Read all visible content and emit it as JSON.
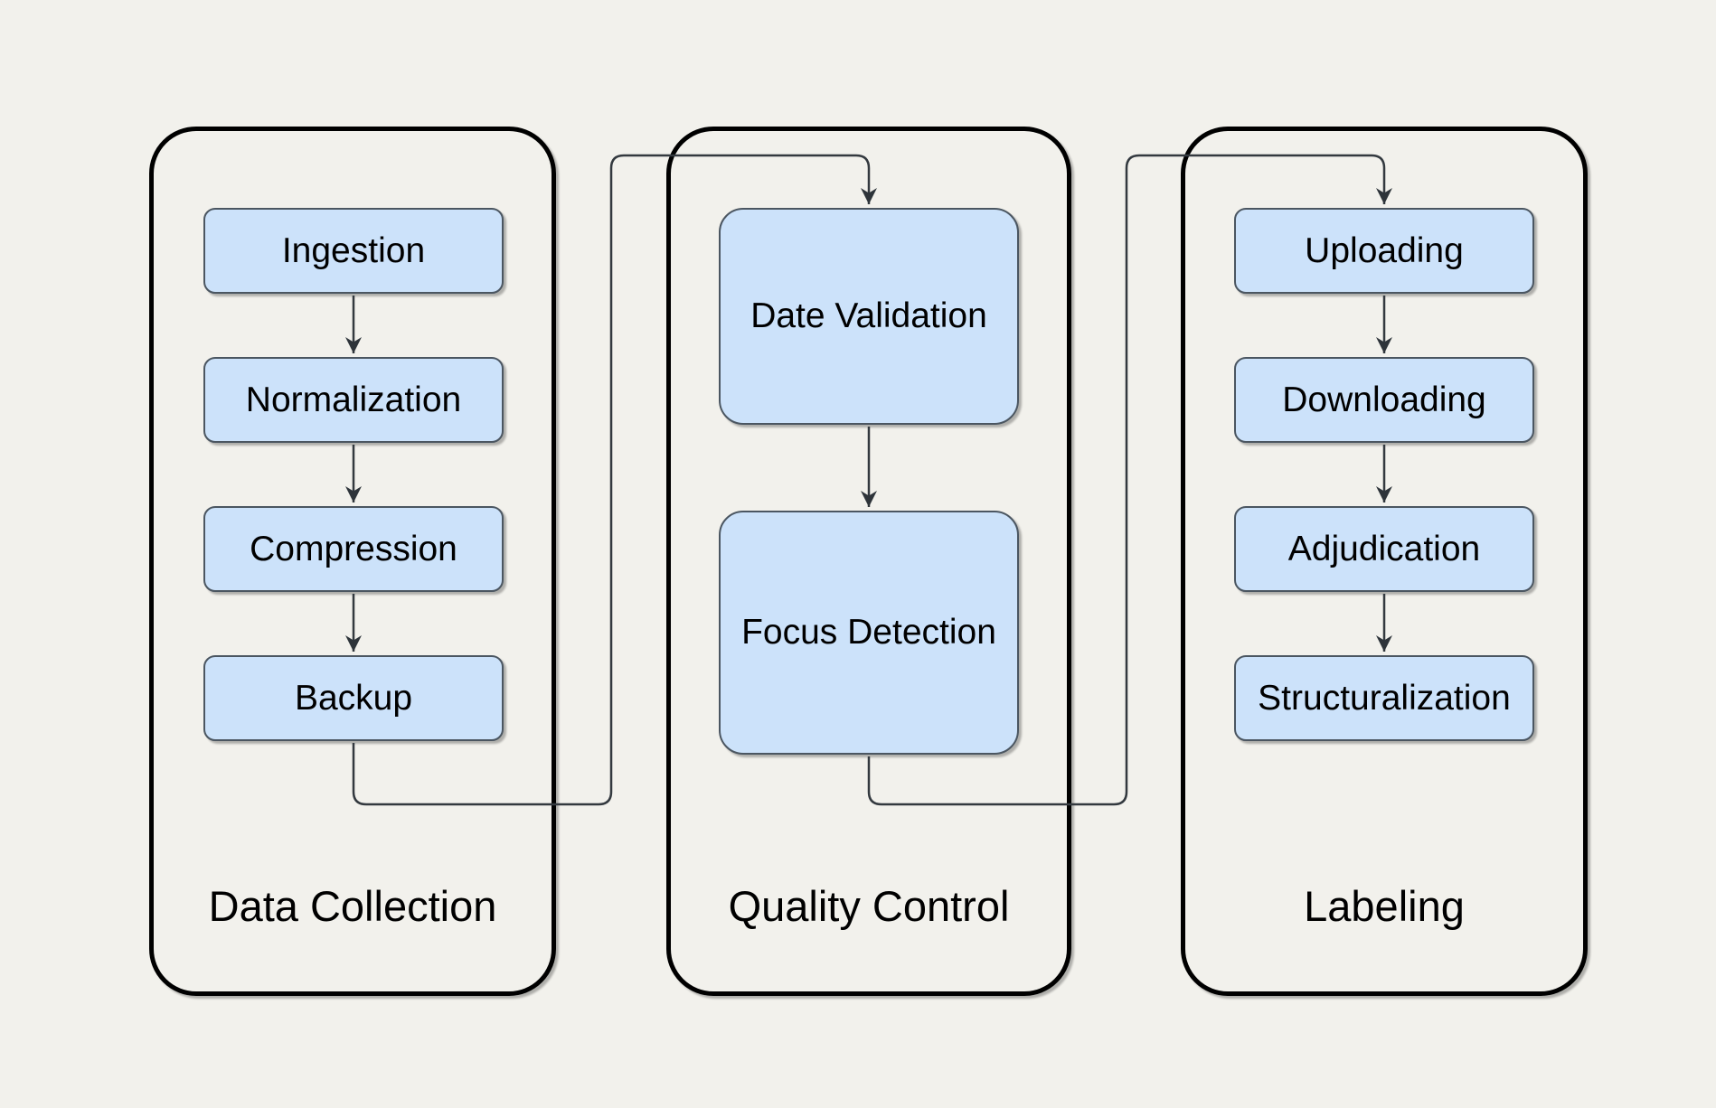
{
  "diagram": {
    "colors": {
      "background": "#F2F1EC",
      "node_fill": "#CCE2FA",
      "node_border": "#4B5661",
      "container_border": "#000000",
      "connector": "#33393F",
      "text": "#000000"
    },
    "groups": [
      {
        "title": "Data Collection",
        "nodes": [
          "Ingestion",
          "Normalization",
          "Compression",
          "Backup"
        ]
      },
      {
        "title": "Quality Control",
        "nodes": [
          "Date Validation",
          "Focus Detection"
        ]
      },
      {
        "title": "Labeling",
        "nodes": [
          "Uploading",
          "Downloading",
          "Adjudication",
          "Structuralization"
        ]
      }
    ],
    "edges": [
      {
        "from": "Ingestion",
        "to": "Normalization"
      },
      {
        "from": "Normalization",
        "to": "Compression"
      },
      {
        "from": "Compression",
        "to": "Backup"
      },
      {
        "from": "Backup",
        "to": "Date Validation"
      },
      {
        "from": "Date Validation",
        "to": "Focus Detection"
      },
      {
        "from": "Focus Detection",
        "to": "Uploading"
      },
      {
        "from": "Uploading",
        "to": "Downloading"
      },
      {
        "from": "Downloading",
        "to": "Adjudication"
      },
      {
        "from": "Adjudication",
        "to": "Structuralization"
      }
    ]
  }
}
